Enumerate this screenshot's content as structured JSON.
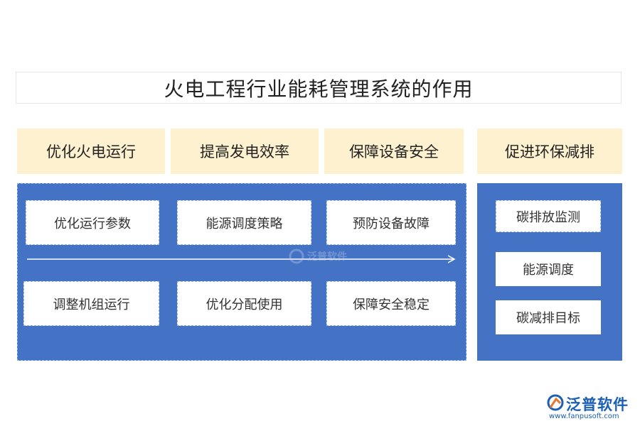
{
  "title": "火电工程行业能耗管理系统的作用",
  "headers": [
    "优化火电运行",
    "提高发电效率",
    "保障设备安全",
    "促进环保减排"
  ],
  "left_grid": {
    "row1": [
      "优化运行参数",
      "能源调度策略",
      "预防设备故障"
    ],
    "row2": [
      "调整机组运行",
      "优化分配使用",
      "保障安全稳定"
    ]
  },
  "right_items": [
    "碳排放监测",
    "能源调度",
    "碳减排目标"
  ],
  "watermark": "泛普软件",
  "logo": {
    "name": "泛普软件",
    "url": "www.fanpusoft.com"
  },
  "colors": {
    "header_bg": "#fdf1cf",
    "panel_bg": "#4472c4",
    "cell_bg": "#ffffff",
    "brand": "#1a5fb4"
  }
}
